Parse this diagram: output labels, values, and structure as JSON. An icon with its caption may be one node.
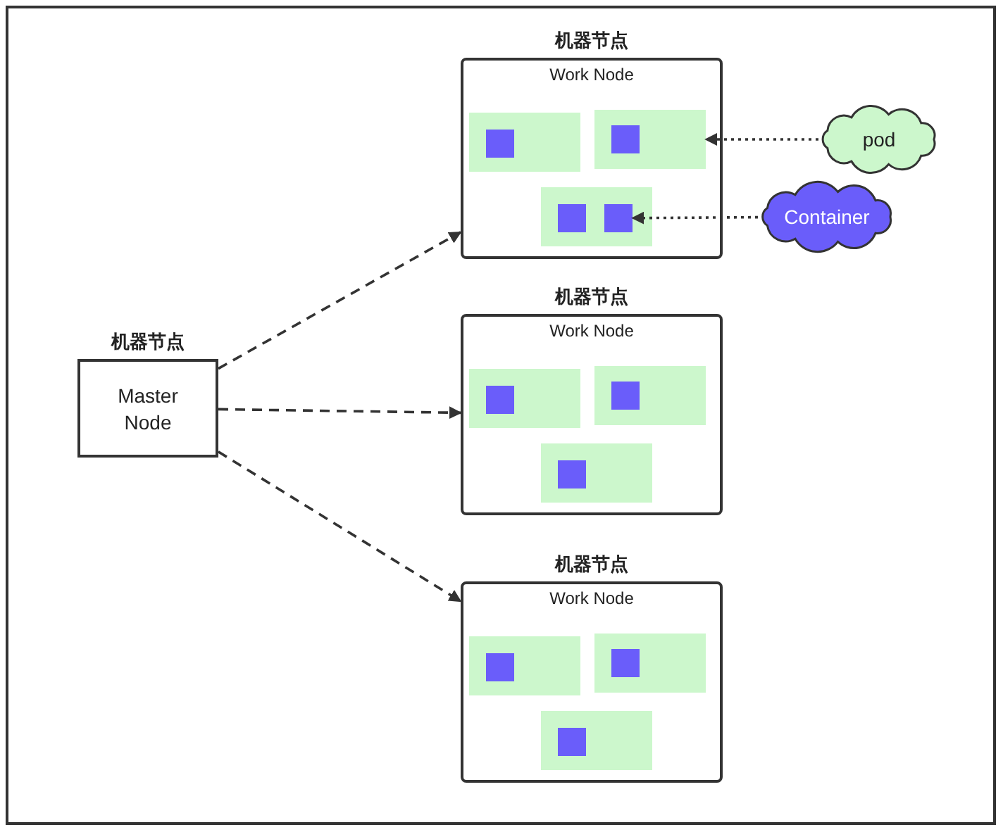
{
  "diagram": {
    "nodes": [
      {
        "text": [
          "机器节点",
          "Master Node"
        ]
      },
      {
        "text": [
          "机器节点",
          "Work Node"
        ]
      },
      {
        "text": [],
        "shape": "box",
        "in": 1
      },
      {
        "text": [],
        "shape": "box",
        "in": 2
      },
      {
        "text": [],
        "shape": "box",
        "in": 1
      },
      {
        "text": [],
        "shape": "box",
        "in": 4
      },
      {
        "text": [],
        "shape": "box",
        "in": 1
      },
      {
        "text": [],
        "shape": "box",
        "in": 6
      },
      {
        "text": [],
        "shape": "box",
        "in": 6
      },
      {
        "text": [
          "机器节点",
          "Work Node"
        ]
      },
      {
        "text": [],
        "shape": "box",
        "in": 9
      },
      {
        "text": [],
        "shape": "box",
        "in": 10
      },
      {
        "text": [],
        "shape": "box",
        "in": 9
      },
      {
        "text": [],
        "shape": "box",
        "in": 12
      },
      {
        "text": [],
        "shape": "box",
        "in": 9
      },
      {
        "text": [],
        "shape": "box",
        "in": 14
      },
      {
        "text": [
          "机器节点",
          "Work Node"
        ]
      },
      {
        "text": [],
        "shape": "box",
        "in": 16
      },
      {
        "text": [],
        "shape": "box",
        "in": 17
      },
      {
        "text": [],
        "shape": "box",
        "in": 16
      },
      {
        "text": [],
        "shape": "box",
        "in": 19
      },
      {
        "text": [],
        "shape": "box",
        "in": 16
      },
      {
        "text": [],
        "shape": "box",
        "in": 21
      },
      {
        "text": [
          "pod"
        ]
      },
      {
        "text": [
          "Container"
        ]
      }
    ],
    "edges": [
      {
        "from": 0,
        "to": 1,
        "arrow": "to",
        "style": "dashed"
      },
      {
        "from": 0,
        "to": 9,
        "arrow": "to",
        "style": "dashed"
      },
      {
        "from": 0,
        "to": 16,
        "arrow": "to",
        "style": "dashed"
      },
      {
        "from": 23,
        "to": 4,
        "arrow": "to",
        "style": "dashed"
      },
      {
        "from": 24,
        "to": 8,
        "arrow": "to",
        "style": "dashed"
      }
    ]
  }
}
